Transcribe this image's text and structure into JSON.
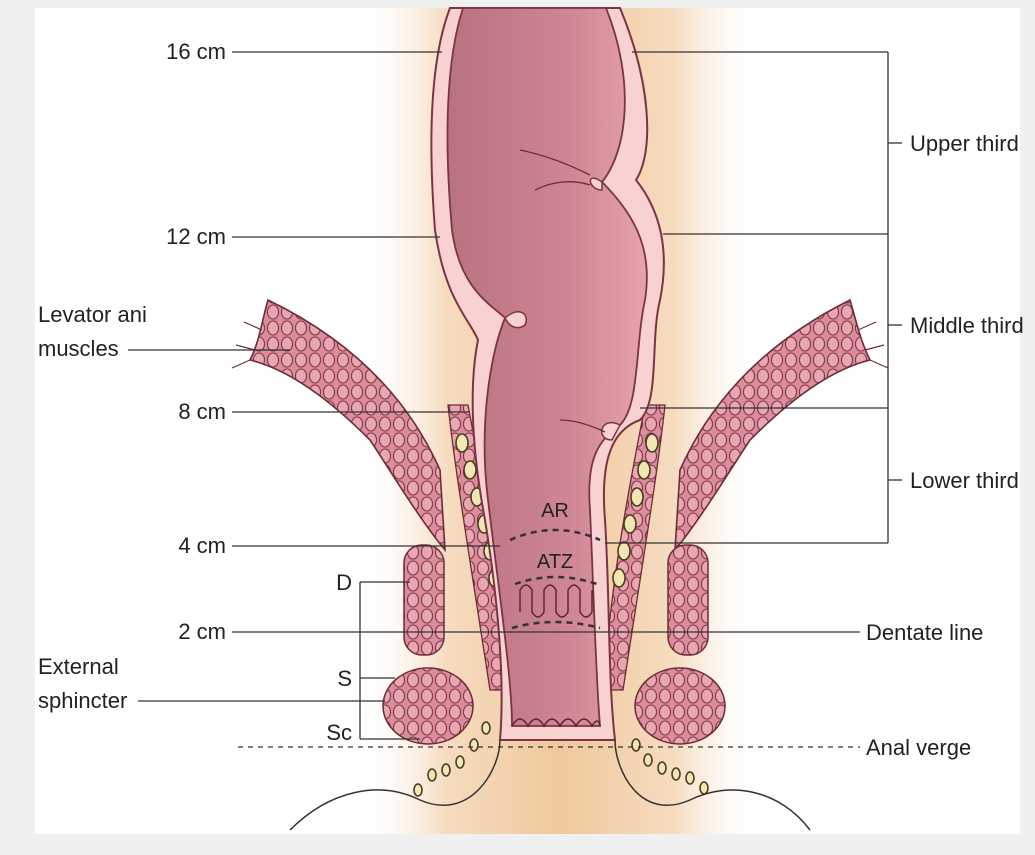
{
  "labels": {
    "cm16": "16 cm",
    "cm12": "12 cm",
    "cm8": "8 cm",
    "cm4": "4 cm",
    "cm2": "2 cm",
    "levator_line1": "Levator ani",
    "levator_line2": "muscles",
    "external_line1": "External",
    "external_line2": "sphincter",
    "d": "D",
    "s": "S",
    "sc": "Sc",
    "ar": "AR",
    "atz": "ATZ",
    "upper_third": "Upper third",
    "middle_third": "Middle third",
    "lower_third": "Lower third",
    "dentate_line": "Dentate line",
    "anal_verge": "Anal verge"
  },
  "colors": {
    "background": "#f0f0f1",
    "panel": "#ffffff",
    "fat": "#f3cfa6",
    "rectal_wall": "#f7d2d0",
    "lumen": "#c97f8e",
    "muscle": "#d98a98",
    "line": "#333333"
  }
}
